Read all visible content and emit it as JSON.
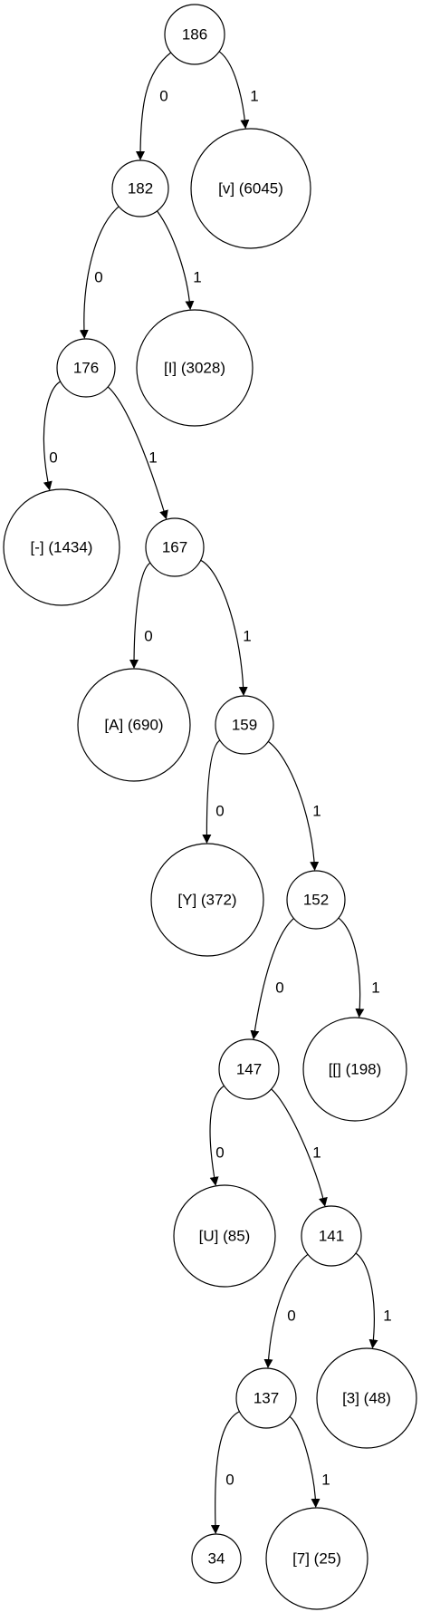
{
  "tree": {
    "nodes": [
      {
        "id": "n186",
        "label": "186"
      },
      {
        "id": "n182",
        "label": "182"
      },
      {
        "id": "lv",
        "label": "[v] (6045)"
      },
      {
        "id": "n176",
        "label": "176"
      },
      {
        "id": "lI",
        "label": "[I] (3028)"
      },
      {
        "id": "ldash",
        "label": "[-] (1434)"
      },
      {
        "id": "n167",
        "label": "167"
      },
      {
        "id": "lA",
        "label": "[A] (690)"
      },
      {
        "id": "n159",
        "label": "159"
      },
      {
        "id": "lY",
        "label": "[Y] (372)"
      },
      {
        "id": "n152",
        "label": "152"
      },
      {
        "id": "n147",
        "label": "147"
      },
      {
        "id": "lbracket",
        "label": "[[] (198)"
      },
      {
        "id": "lU",
        "label": "[U] (85)"
      },
      {
        "id": "n141",
        "label": "141"
      },
      {
        "id": "n137",
        "label": "137"
      },
      {
        "id": "l3",
        "label": "[3] (48)"
      },
      {
        "id": "n34",
        "label": "34"
      },
      {
        "id": "l7",
        "label": "[7] (25)"
      }
    ],
    "edges": [
      {
        "from": "n186",
        "to": "n182",
        "label": "0"
      },
      {
        "from": "n186",
        "to": "lv",
        "label": "1"
      },
      {
        "from": "n182",
        "to": "n176",
        "label": "0"
      },
      {
        "from": "n182",
        "to": "lI",
        "label": "1"
      },
      {
        "from": "n176",
        "to": "ldash",
        "label": "0"
      },
      {
        "from": "n176",
        "to": "n167",
        "label": "1"
      },
      {
        "from": "n167",
        "to": "lA",
        "label": "0"
      },
      {
        "from": "n167",
        "to": "n159",
        "label": "1"
      },
      {
        "from": "n159",
        "to": "lY",
        "label": "0"
      },
      {
        "from": "n159",
        "to": "n152",
        "label": "1"
      },
      {
        "from": "n152",
        "to": "n147",
        "label": "0"
      },
      {
        "from": "n152",
        "to": "lbracket",
        "label": "1"
      },
      {
        "from": "n147",
        "to": "lU",
        "label": "0"
      },
      {
        "from": "n147",
        "to": "n141",
        "label": "1"
      },
      {
        "from": "n141",
        "to": "n137",
        "label": "0"
      },
      {
        "from": "n141",
        "to": "l3",
        "label": "1"
      },
      {
        "from": "n137",
        "to": "n34",
        "label": "0"
      },
      {
        "from": "n137",
        "to": "l7",
        "label": "1"
      }
    ]
  }
}
